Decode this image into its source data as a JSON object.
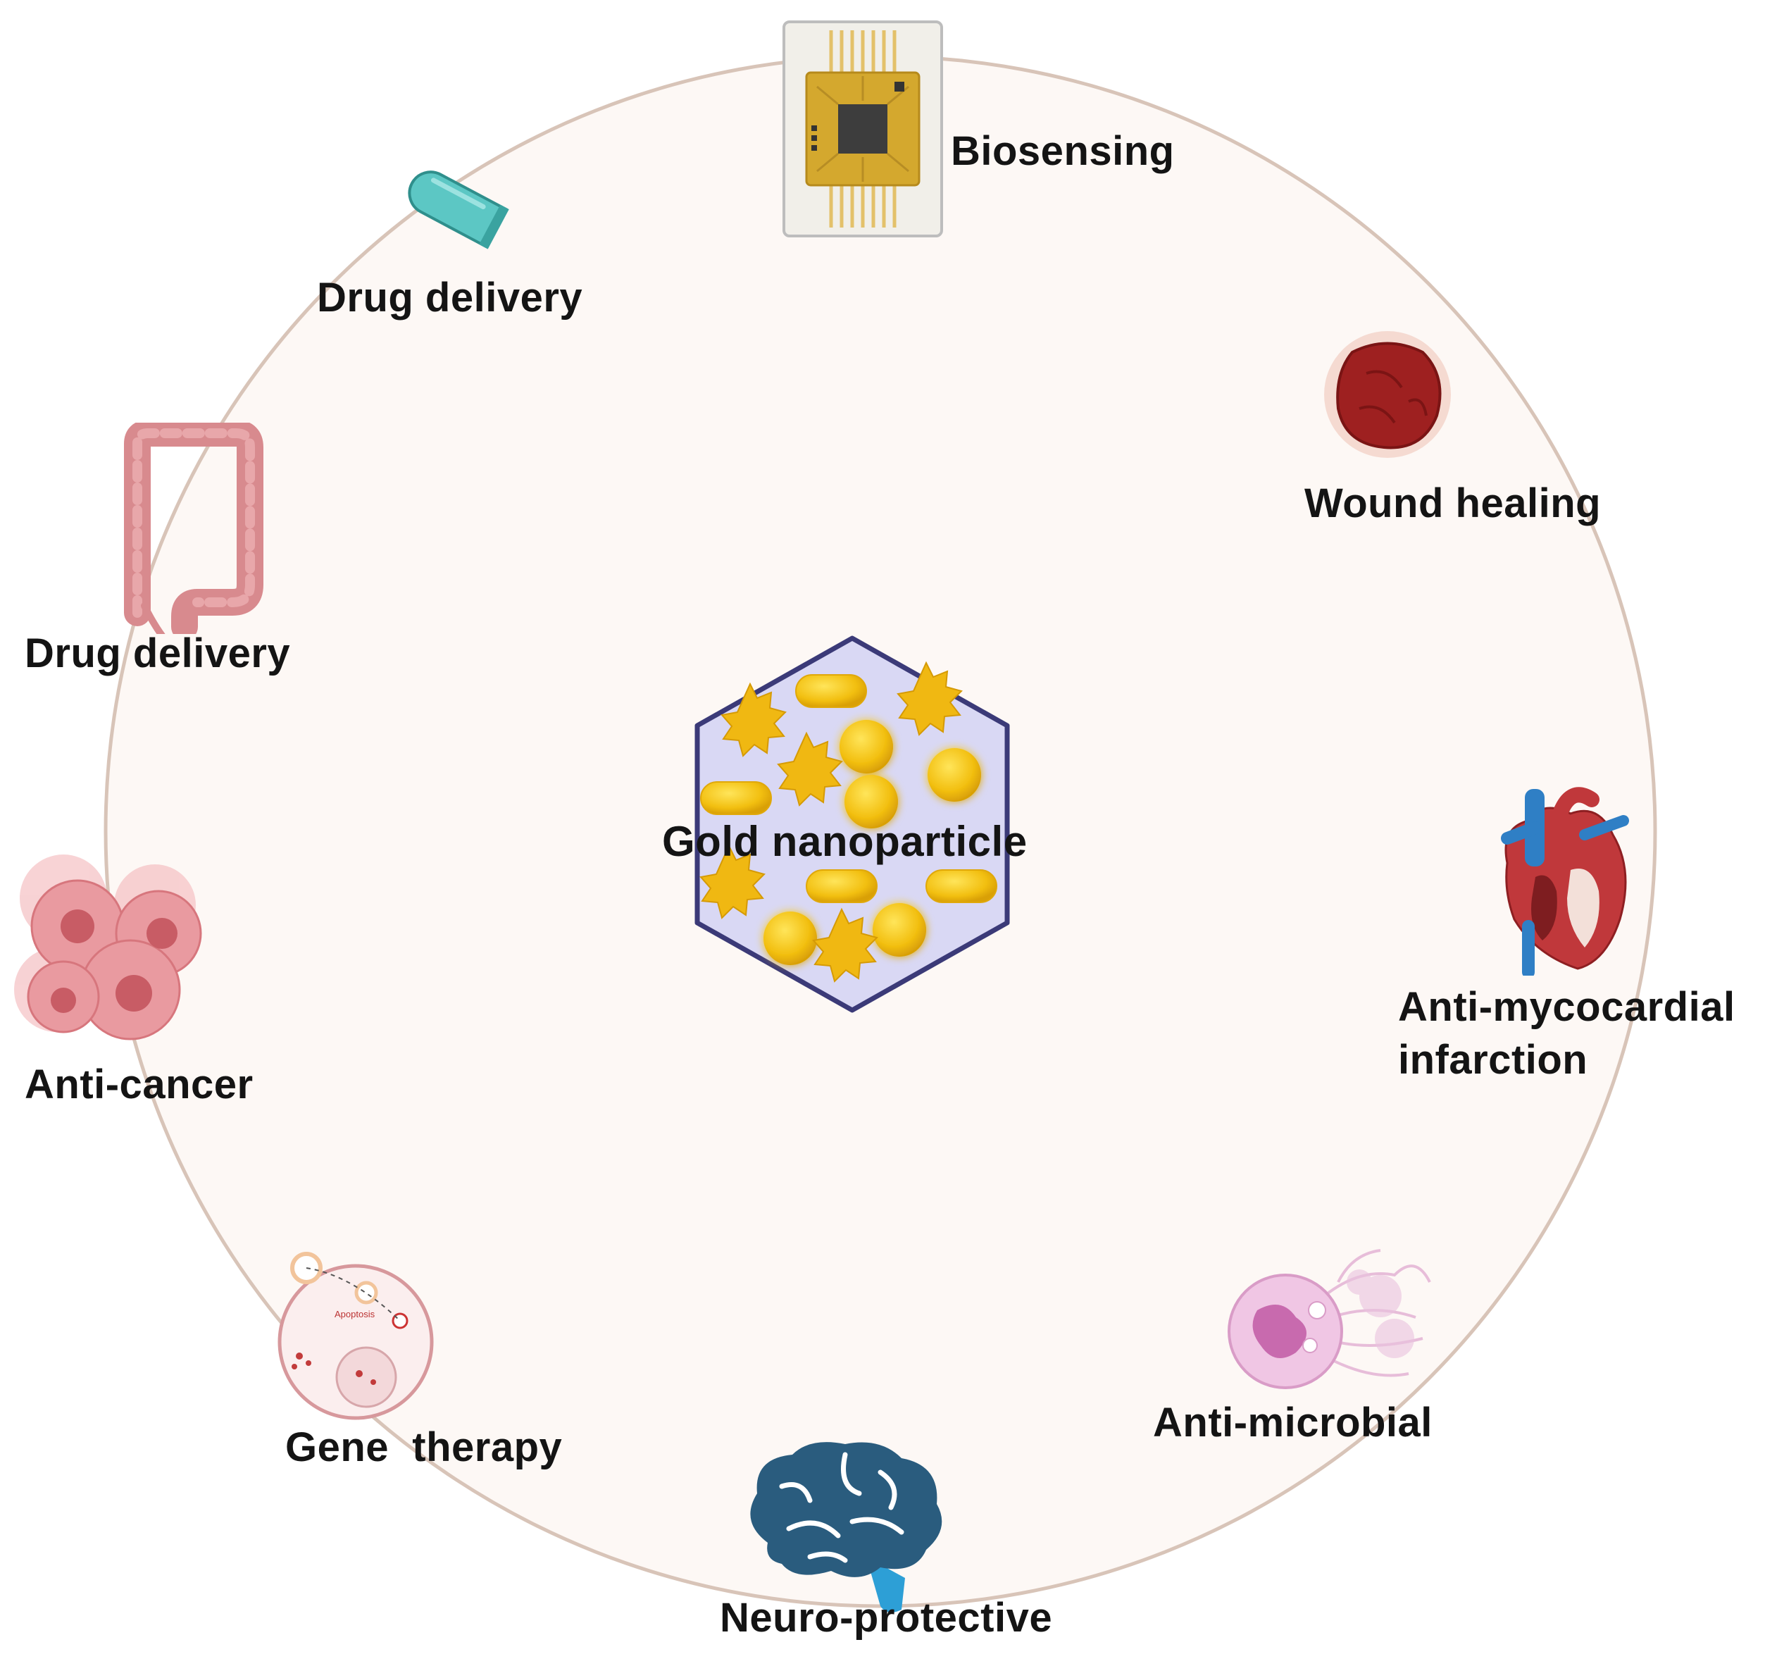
{
  "center": {
    "label": "Gold nanoparticle"
  },
  "applications": {
    "biosensing": "Biosensing",
    "drug_delivery_capsule": "Drug delivery",
    "drug_delivery_colon": "Drug delivery",
    "anti_cancer": "Anti-cancer",
    "gene_therapy": "Gene  therapy",
    "gene_therapy_icon_text": "Apoptosis",
    "neuro_protective": "Neuro-protective",
    "anti_microbial": "Anti-microbial",
    "anti_mi_line1": "Anti-mycocardial",
    "anti_mi_line2": "infarction",
    "wound_healing": "Wound healing"
  },
  "colors": {
    "circle_fill": "#fdf8f5",
    "circle_stroke": "#d8c4b8",
    "hexagon_fill": "#d9d8f4",
    "hexagon_stroke": "#3b3a78",
    "gold": "#f3c21a",
    "capsule": "#5cc7c4",
    "brain": "#2a5c7e",
    "heart": "#c0383b",
    "wound": "#9e2020",
    "colon": "#d88a8e",
    "cancer": "#e99aa0",
    "microbe": "#e2a9d2"
  },
  "icons": {
    "center": "gold-nanoparticle-hexagon-icon",
    "biosensing": "biosensor-chip-icon",
    "drug_delivery_capsule": "capsule-icon",
    "drug_delivery_colon": "colon-icon",
    "anti_cancer": "cancer-cells-icon",
    "gene_therapy": "cell-gene-therapy-icon",
    "neuro_protective": "brain-icon",
    "anti_microbial": "microbe-icon",
    "anti_mi": "heart-icon",
    "wound_healing": "wound-icon"
  }
}
